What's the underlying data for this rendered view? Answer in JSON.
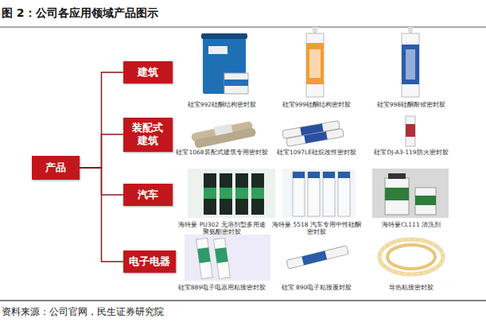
{
  "diagram": {
    "title": "图 2：公司各应用领域产品图示",
    "nodes": [
      {
        "text": [
          "产品"
        ]
      },
      {
        "text": [
          "建筑"
        ]
      },
      {
        "text": [
          "装配式建筑"
        ]
      },
      {
        "text": [
          "汽车"
        ]
      },
      {
        "text": [
          "电子电器"
        ]
      }
    ],
    "edges": [
      {
        "from": 0,
        "to": 1,
        "arrow": "none"
      },
      {
        "from": 0,
        "to": 2,
        "arrow": "none"
      },
      {
        "from": 0,
        "to": 3,
        "arrow": "none"
      },
      {
        "from": 0,
        "to": 4,
        "arrow": "none"
      }
    ],
    "labels": [
      "硅宝992硅酮结构密封胶",
      "硅宝999硅酮结构密封胶",
      "硅宝998硅酮耐候密封胶",
      "硅宝1068装配式建筑专用密封胶",
      "硅宝1097LE硅烷改性密封胶",
      "硅宝DJ-A3-119防火密封胶",
      "海特曼 PU302 无溶剂型多用途聚氨酯密封胶",
      "海特曼 5518 汽车专用中性硅酮密封胶",
      "海特曼CL111 清洗剂",
      "硅宝889电子电器用粘接密封胶",
      "硅宝 890电子粘接覆封胶",
      "导热粘接密封胶",
      "资料来源：公司官网，民生证券研究院"
    ]
  }
}
